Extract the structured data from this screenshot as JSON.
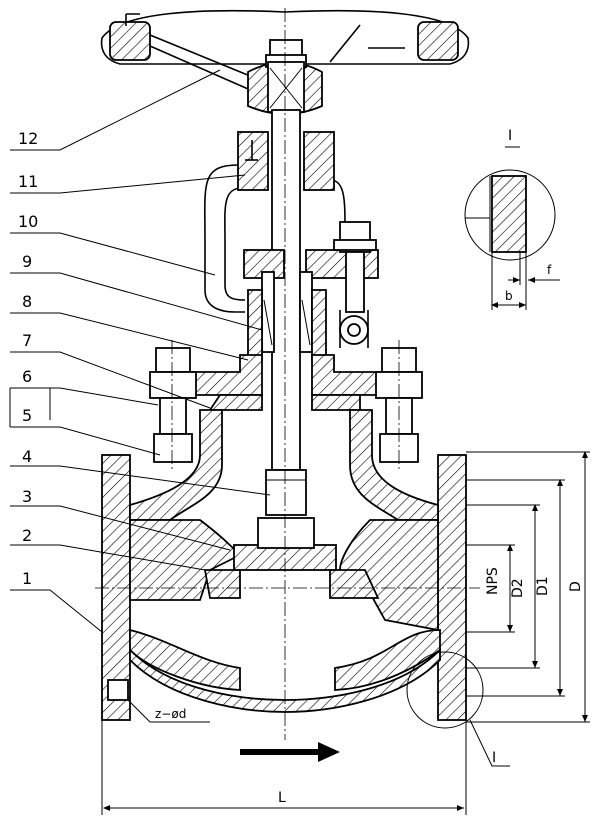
{
  "callouts": [
    "1",
    "2",
    "3",
    "4",
    "5",
    "6",
    "7",
    "8",
    "9",
    "10",
    "11",
    "12"
  ],
  "detail_label": "I",
  "detail_dims": {
    "b": "b",
    "f": "f"
  },
  "dimensions": {
    "nps": "NPS",
    "d2": "D2",
    "d1": "D1",
    "d": "D",
    "l": "L"
  },
  "bolt_note": "z−ød",
  "detail_ref": "I"
}
